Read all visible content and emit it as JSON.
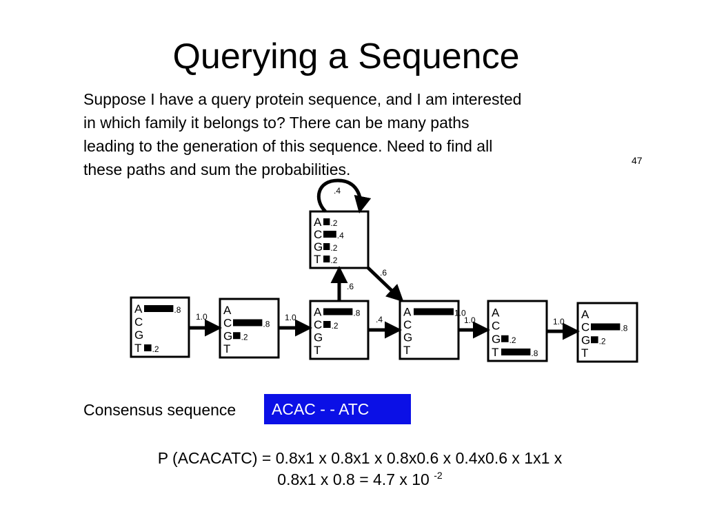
{
  "slide": {
    "title": "Querying a Sequence",
    "intro_lines": [
      "Suppose I have a query protein sequence, and I am interested",
      "in which family it belongs to?  There can be many paths",
      "leading to the generation of this sequence. Need to find all",
      "these paths and sum the probabilities."
    ],
    "consensus_label": "Consensus sequence",
    "consensus_value": "ACAC - - ATC",
    "formula_line1": "P (ACACATC) = 0.8x1 x 0.8x1 x 0.8x0.6 x 0.4x0.6 x 1x1 x",
    "formula_line2": "0.8x1 x 0.8 = 4.7 x 10",
    "formula_exponent": "-2",
    "stray_mark": "47"
  },
  "diagram": {
    "states": [
      {
        "id": "s1",
        "emissions": [
          {
            "letter": "A",
            "prob": 0.8,
            "label": ".8"
          },
          {
            "letter": "C",
            "prob": 0,
            "label": ""
          },
          {
            "letter": "G",
            "prob": 0,
            "label": ""
          },
          {
            "letter": "T",
            "prob": 0.2,
            "label": ".2"
          }
        ]
      },
      {
        "id": "s2",
        "emissions": [
          {
            "letter": "A",
            "prob": 0,
            "label": ""
          },
          {
            "letter": "C",
            "prob": 0.8,
            "label": ".8"
          },
          {
            "letter": "G",
            "prob": 0.2,
            "label": ".2"
          },
          {
            "letter": "T",
            "prob": 0,
            "label": ""
          }
        ]
      },
      {
        "id": "s3",
        "emissions": [
          {
            "letter": "A",
            "prob": 0.8,
            "label": ".8"
          },
          {
            "letter": "C",
            "prob": 0.2,
            "label": ".2"
          },
          {
            "letter": "G",
            "prob": 0,
            "label": ""
          },
          {
            "letter": "T",
            "prob": 0,
            "label": ""
          }
        ]
      },
      {
        "id": "s4",
        "emissions": [
          {
            "letter": "A",
            "prob": 1.0,
            "label": "1.0"
          },
          {
            "letter": "C",
            "prob": 0,
            "label": ""
          },
          {
            "letter": "G",
            "prob": 0,
            "label": ""
          },
          {
            "letter": "T",
            "prob": 0,
            "label": ""
          }
        ]
      },
      {
        "id": "s5",
        "emissions": [
          {
            "letter": "A",
            "prob": 0,
            "label": ""
          },
          {
            "letter": "C",
            "prob": 0,
            "label": ""
          },
          {
            "letter": "G",
            "prob": 0.2,
            "label": ".2"
          },
          {
            "letter": "T",
            "prob": 0.8,
            "label": ".8"
          }
        ]
      },
      {
        "id": "s6",
        "emissions": [
          {
            "letter": "A",
            "prob": 0,
            "label": ""
          },
          {
            "letter": "C",
            "prob": 0.8,
            "label": ".8"
          },
          {
            "letter": "G",
            "prob": 0.2,
            "label": ".2"
          },
          {
            "letter": "T",
            "prob": 0,
            "label": ""
          }
        ]
      },
      {
        "id": "insert",
        "emissions": [
          {
            "letter": "A",
            "prob": 0.2,
            "label": ".2"
          },
          {
            "letter": "C",
            "prob": 0.4,
            "label": ".4"
          },
          {
            "letter": "G",
            "prob": 0.2,
            "label": ".2"
          },
          {
            "letter": "T",
            "prob": 0.2,
            "label": ".2"
          }
        ]
      }
    ],
    "transitions": [
      {
        "from": "s1",
        "to": "s2",
        "label": "1.0"
      },
      {
        "from": "s2",
        "to": "s3",
        "label": "1.0"
      },
      {
        "from": "s3",
        "to": "s4",
        "label": ".4"
      },
      {
        "from": "s3",
        "to": "insert",
        "label": ".6"
      },
      {
        "from": "insert",
        "to": "insert",
        "label": ".4"
      },
      {
        "from": "insert",
        "to": "s4",
        "label": ".6"
      },
      {
        "from": "s4",
        "to": "s5",
        "label": "1.0"
      },
      {
        "from": "s5",
        "to": "s6",
        "label": "1.0"
      }
    ]
  }
}
